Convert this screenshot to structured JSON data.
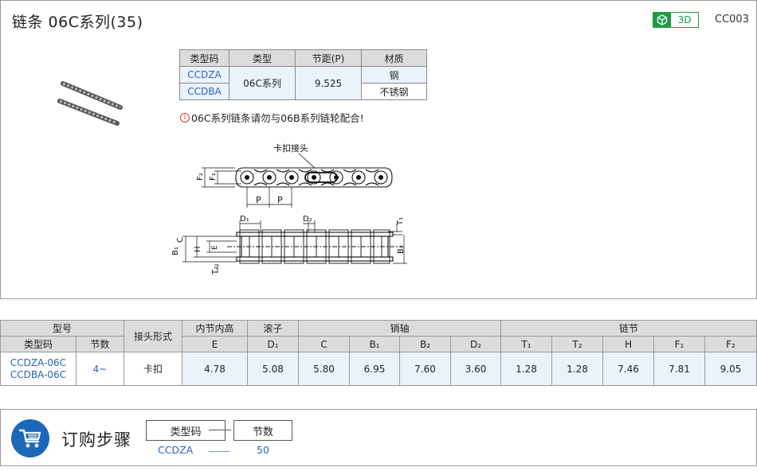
{
  "header": {
    "title": "链条   06C系列(35)",
    "badge_3d": "3D",
    "code": "CC003"
  },
  "spec_table": {
    "headers": [
      "类型码",
      "类型",
      "节距(P)",
      "材质"
    ],
    "type_codes": [
      "CCDZA",
      "CCDBA"
    ],
    "type": "06C系列",
    "pitch": "9.525",
    "materials": [
      "钢",
      "不锈钢"
    ]
  },
  "note": {
    "icon": "warning-circle-icon",
    "text": "06C系列链条请勿与06B系列链轮配合!"
  },
  "drawing": {
    "connector_label": "卡扣接头",
    "labels": {
      "F2": "F₂",
      "F1": "F₁",
      "P": "P",
      "D1": "D₁",
      "D2": "D₂",
      "T1": "T₁",
      "T2": "T₂",
      "B1": "B₁",
      "B2": "B₂",
      "C": "C",
      "H": "H",
      "E": "E"
    }
  },
  "dims_table": {
    "group_headers": {
      "model": "型号",
      "connector": "接头形式",
      "inner": "内节内高",
      "roller": "滚子",
      "pin": "销轴",
      "link": "链节"
    },
    "sub_headers": {
      "type_code": "类型码",
      "links": "节数",
      "E": "E",
      "D1": "D₁",
      "C": "C",
      "B1": "B₁",
      "B2": "B₂",
      "D2": "D₂",
      "T1": "T₁",
      "T2": "T₂",
      "H": "H",
      "F1": "F₁",
      "F2": "F₂"
    },
    "row": {
      "codes": [
        "CCDZA-06C",
        "CCDBA-06C"
      ],
      "links": "4~",
      "connector": "卡扣",
      "E": "4.78",
      "D1": "5.08",
      "C": "5.80",
      "B1": "6.95",
      "B2": "7.60",
      "D2": "3.60",
      "T1": "1.28",
      "T2": "1.28",
      "H": "7.46",
      "F1": "7.81",
      "F2": "9.05"
    }
  },
  "ordering": {
    "icon": "shopping-cart-icon",
    "title": "订购步骤",
    "box_type_code": "类型码",
    "box_links": "节数",
    "value_type_code": "CCDZA",
    "value_links": "50"
  },
  "colors": {
    "link_blue": "#2a63b8",
    "header_gray": "#dcdcdc",
    "cell_blue": "#eaf3fc",
    "brand_green": "#1f9a48",
    "cart_blue": "#1d67b8"
  }
}
